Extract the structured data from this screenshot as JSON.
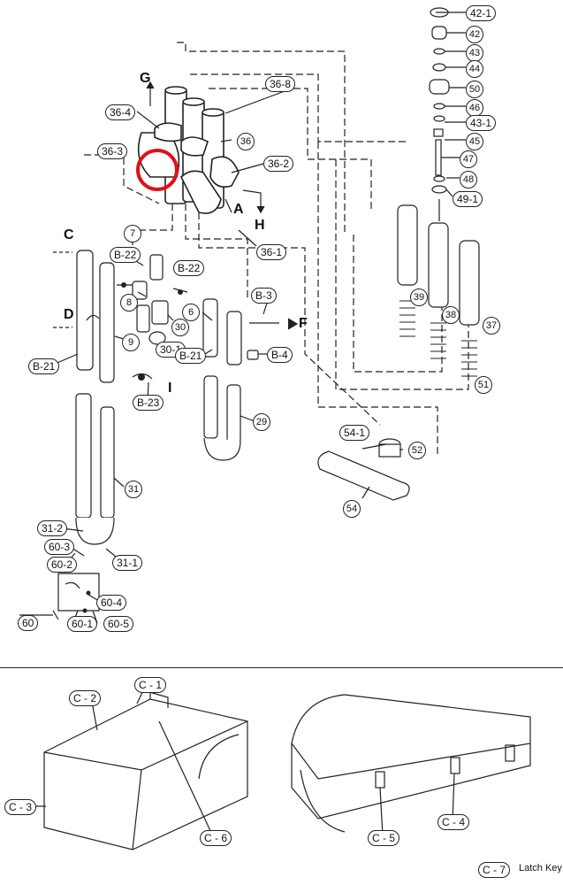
{
  "labels": {
    "p42_1": "42-1",
    "p42": "42",
    "p43": "43",
    "p44": "44",
    "p50": "50",
    "p46": "46",
    "p43_1": "43-1",
    "p45": "45",
    "p47": "47",
    "p48": "48",
    "p49_1": "49-1",
    "p36_8": "36-8",
    "p36_4": "36-4",
    "p36": "36",
    "p36_3": "36-3",
    "p36_2": "36-2",
    "p36_1": "36-1",
    "p7": "7",
    "b22a": "B-22",
    "b22b": "B-22",
    "p8": "8",
    "p30": "30",
    "p30_1": "30-1",
    "p6": "6",
    "b3": "B-3",
    "b4": "B-4",
    "b21a": "B-21",
    "b21b": "B-21",
    "p9": "9",
    "b23": "B-23",
    "p39": "39",
    "p38": "38",
    "p37": "37",
    "p51": "51",
    "p29": "29",
    "p54_1": "54-1",
    "p52": "52",
    "p54": "54",
    "p31": "31",
    "p31_2": "31-2",
    "p60_3": "60-3",
    "p60_2": "60-2",
    "p31_1": "31-1",
    "p60_4": "60-4",
    "p60": "60",
    "p60_1": "60-1",
    "p60_5": "60-5",
    "c1": "C - 1",
    "c2": "C - 2",
    "c3": "C - 3",
    "c6": "C - 6",
    "c4": "C - 4",
    "c5": "C - 5",
    "c7": "C - 7"
  },
  "letters": {
    "G": "G",
    "A": "A",
    "H": "H",
    "C": "C",
    "D": "D",
    "F": "F",
    "I": "I"
  },
  "latch_key": "Latch Key"
}
